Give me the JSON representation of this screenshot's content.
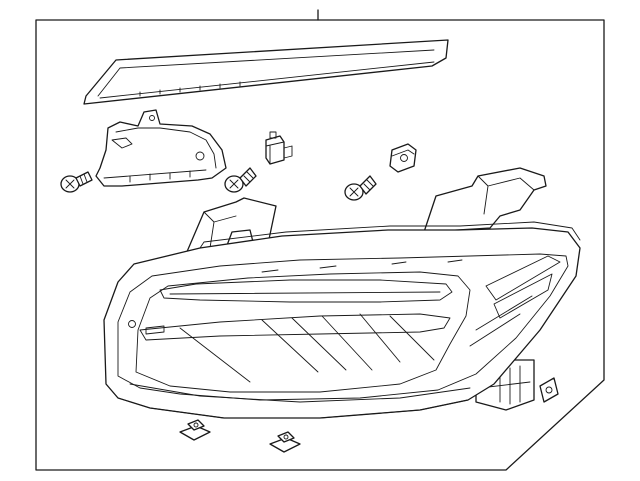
{
  "diagram": {
    "frame": "parts-box",
    "parts": [
      "headlamp-assembly",
      "trim-strip",
      "mounting-bracket",
      "screw-left",
      "screw-center",
      "screw-right",
      "clip-upper-center",
      "clip-upper-right",
      "small-clip-right",
      "nut-clip-left",
      "nut-clip-right"
    ]
  }
}
